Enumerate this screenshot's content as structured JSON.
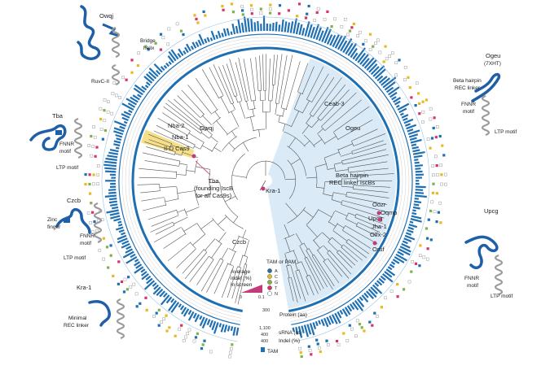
{
  "figure": {
    "clade_label_lines": [
      "Beta hairpin",
      "REC linker IscBs"
    ],
    "root_label": "Kra-1",
    "tba_note_lines": [
      "Tba",
      "(founding IscB",
      "for all Cas9s)"
    ],
    "ii_d_label": "II-D Cas9",
    "tree_labels": {
      "nba2": "Nba-2",
      "nba1": "Nba-1",
      "owqj": "Owqj",
      "czcb": "Czcb",
      "ceab3": "Ceab-3",
      "ogeu": "Ogeu",
      "oozr": "Oozr",
      "oqmp": "Oqmp",
      "upcg": "Upcg",
      "jha1": "Jha-1",
      "olfx2": "Olfx-2",
      "oruf": "Oruf"
    },
    "legend": {
      "indel_title_lines": [
        "Average",
        "indel (%)",
        "in screen"
      ],
      "indel_min": "0",
      "indel_max": "0.1",
      "tam_title": "TAM or PAM",
      "bases": [
        {
          "letter": "A",
          "color": "#1f6fb3"
        },
        {
          "letter": "C",
          "color": "#e8b920"
        },
        {
          "letter": "G",
          "color": "#7fb24a"
        },
        {
          "letter": "T",
          "color": "#d6336c"
        },
        {
          "letter": "N",
          "color": "#ffffff"
        }
      ]
    },
    "ring_labels": {
      "protein_value": "300",
      "protein": "Protein (aa)",
      "mrna_top": "1,100",
      "mrna_bottom": "400",
      "mrna": "sRNA (nt)",
      "indel_value": "400",
      "indel": "Indel (%)",
      "tam": "TAM"
    },
    "structures": [
      {
        "id": "owqj",
        "title": "Owqj",
        "labels": [
          "Bridge",
          "helix"
        ],
        "extra": "RuvC-II"
      },
      {
        "id": "tba",
        "title": "Tba",
        "labels": [
          "FNNR",
          "motif"
        ],
        "extra": "LTP motif"
      },
      {
        "id": "czcb",
        "title": "Czcb",
        "labels": [
          "Zinc",
          "finger"
        ],
        "extra2": [
          "FNNR",
          "motif"
        ],
        "extra": "LTP motif"
      },
      {
        "id": "kra1",
        "title": "Kra-1",
        "labels": [
          "Minimal",
          "REC linker"
        ]
      },
      {
        "id": "ogeu",
        "title": "Ogeu",
        "subtitle": "(7XHT)",
        "labels": [
          "Beta hairpin",
          "REC linker"
        ],
        "extra2": [
          "FNNR",
          "motif"
        ],
        "extra": "LTP motif"
      },
      {
        "id": "upcg",
        "title": "Upcg",
        "labels": [
          "FNNR",
          "motif"
        ],
        "extra": "LTP motif"
      }
    ]
  }
}
